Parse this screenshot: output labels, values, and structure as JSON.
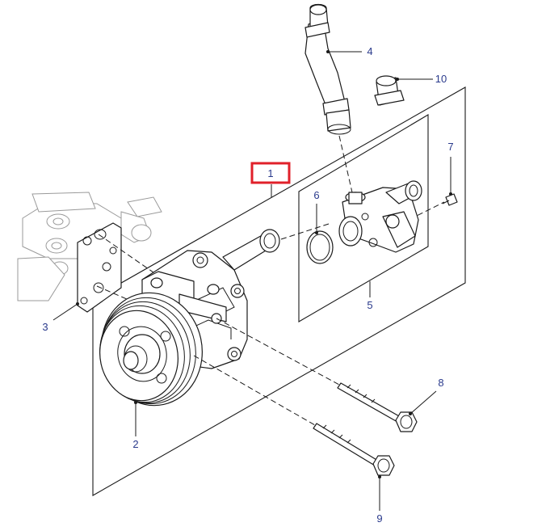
{
  "diagram": {
    "highlight_color": "#e0202a",
    "callout_color": "#2a3a8c",
    "callouts": {
      "c1": "1",
      "c2": "2",
      "c3": "3",
      "c4": "4",
      "c5": "5",
      "c6": "6",
      "c7": "7",
      "c8": "8",
      "c9": "9",
      "c10": "10"
    }
  }
}
